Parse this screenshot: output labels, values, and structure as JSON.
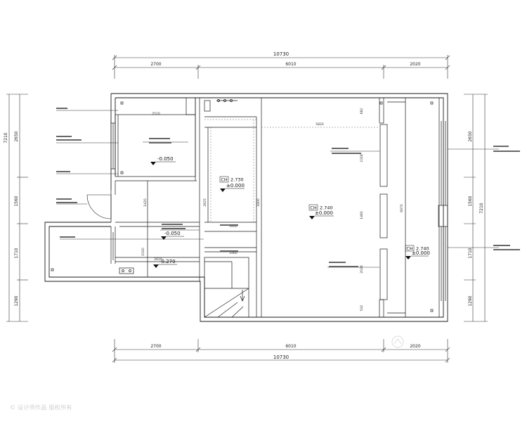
{
  "plan": {
    "top_dims": {
      "total": "10730",
      "left": "2700",
      "mid": "6010",
      "right": "2020"
    },
    "bottom_dims": {
      "total": "10730",
      "left": "2700",
      "mid": "6010",
      "right": "2020"
    },
    "left_dims": {
      "total": "7210",
      "a": "2650",
      "b": "1560",
      "c": "1710",
      "d": "1290"
    },
    "right_dims": {
      "total": "7210",
      "a": "2650",
      "b": "1560",
      "c": "1710",
      "d": "1290"
    },
    "inner_dims": {
      "d2510": "2510",
      "d5820": "5820",
      "d1420": "1420",
      "d2610": "2610",
      "d1520": "1520",
      "d682": "682",
      "d2318": "2318",
      "d1460": "1460",
      "d2028": "2028",
      "d510": "510",
      "d6970": "6970",
      "d2825": "2825",
      "d3400a": "3400",
      "d3400b": "3400",
      "d2460": "2460"
    },
    "levels": {
      "l1": "-0.050",
      "l2": "±0.000",
      "l3": "-0.050",
      "l4": "-0.270",
      "l5": "±0.000",
      "l6": "±0.000"
    },
    "ceilings": {
      "c1_label": "CH",
      "c1_val": "2.730",
      "c2_label": "CH",
      "c2_val": "2.740",
      "c3_label": "CH",
      "c3_val": "2.740"
    },
    "watermark": "© 设计师作品 版权所有"
  },
  "colors": {
    "line": "#1a1a1a",
    "wall": "#222222",
    "dim": "#333333"
  }
}
